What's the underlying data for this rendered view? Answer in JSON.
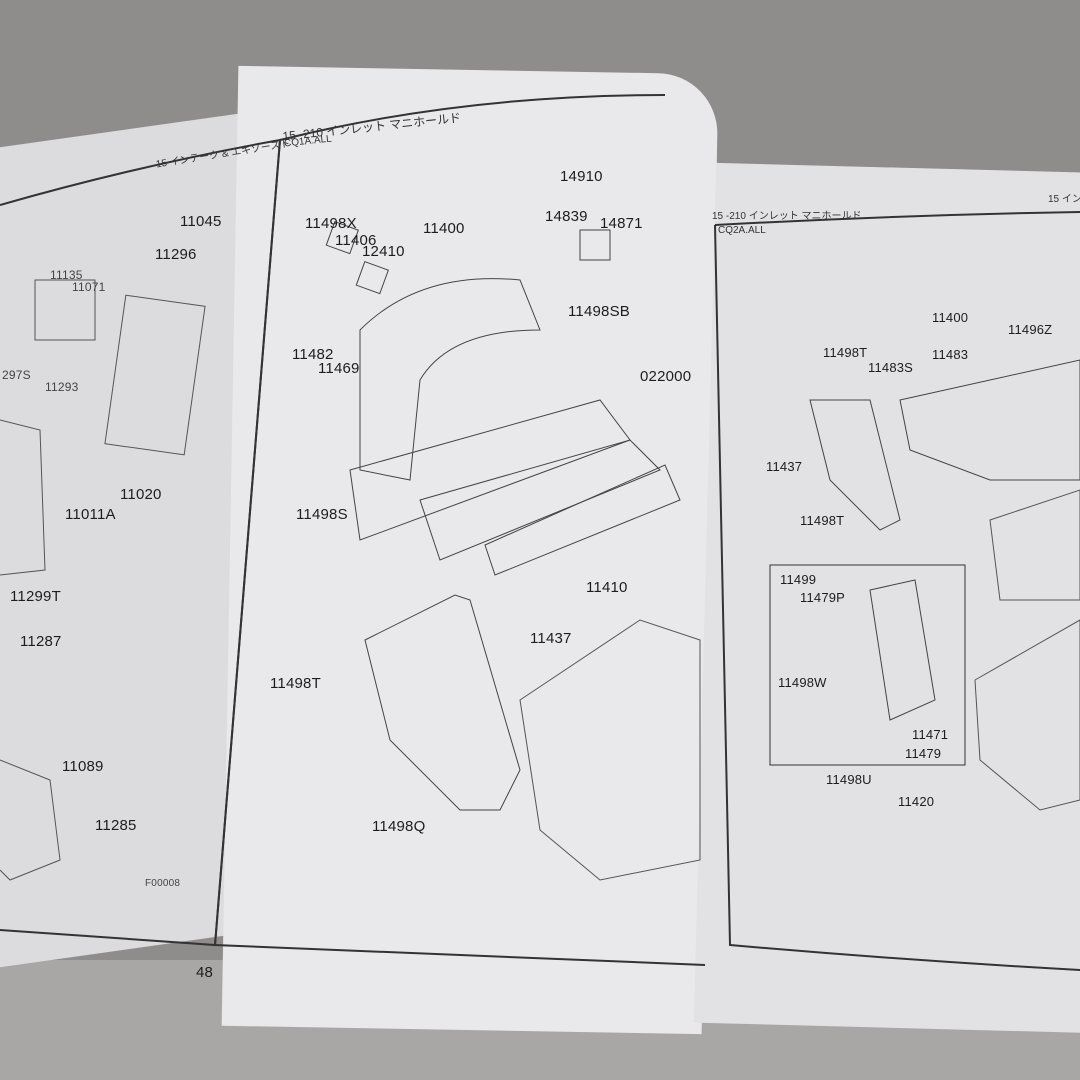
{
  "left_page": {
    "header": "15 インテーク & エキゾースト",
    "page_number": "48",
    "figure_code": "F00008",
    "parts": [
      "11045",
      "11296",
      "11135",
      "11071",
      "297S",
      "11293",
      "11020",
      "11011A",
      "11299T",
      "11287",
      "11089",
      "11285"
    ]
  },
  "middle_page": {
    "header": "15 -210 インレット マニホールド",
    "model": "CQ1A.ALL",
    "parts": [
      "14910",
      "14839",
      "14871",
      "11498X",
      "11406",
      "12410",
      "11400",
      "11498SB",
      "11482",
      "11469",
      "022000",
      "11498S",
      "11410",
      "11437",
      "11498T",
      "11498Q"
    ]
  },
  "right_page": {
    "header": "15 -210 インレット マニホールド",
    "header_right": "15 イン",
    "model": "CQ2A.ALL",
    "parts": [
      "11400",
      "11496Z",
      "11498T",
      "11483",
      "11483S",
      "11437",
      "11498T",
      "11499",
      "11479P",
      "11498W",
      "11471",
      "11479",
      "11498U",
      "11420"
    ]
  }
}
